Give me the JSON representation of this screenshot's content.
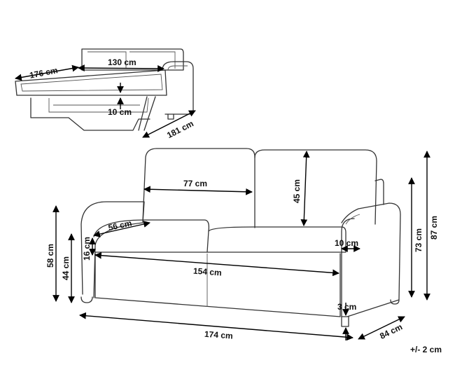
{
  "diagram": {
    "sofa_bed": {
      "length_open": "176 cm",
      "mattress_length": "130 cm",
      "mattress_thickness": "10 cm",
      "depth_open": "181 cm"
    },
    "sofa": {
      "backrest_width": "77 cm",
      "backrest_height": "45 cm",
      "seat_depth": "56 cm",
      "cushion_height": "16 cm",
      "seat_width": "154 cm",
      "armrest_width": "10 cm",
      "total_height_58": "58 cm",
      "seat_height": "44 cm",
      "armrest_height": "73 cm",
      "total_height": "87 cm",
      "leg_height": "3 cm",
      "total_width": "174 cm",
      "total_depth": "84 cm"
    },
    "tolerance": "+/- 2 cm"
  }
}
